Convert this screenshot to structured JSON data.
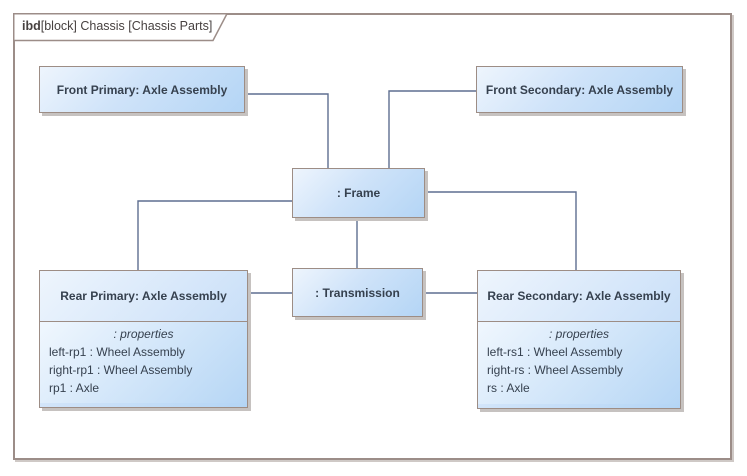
{
  "frame_header": {
    "keyword": "ibd",
    "rest": "[block] Chassis [Chassis Parts]"
  },
  "blocks": {
    "front_primary": {
      "label": "Front Primary: Axle Assembly"
    },
    "front_secondary": {
      "label": "Front Secondary: Axle Assembly"
    },
    "frame": {
      "label": ": Frame"
    },
    "transmission": {
      "label": ": Transmission"
    },
    "rear_primary": {
      "label": "Rear Primary: Axle Assembly",
      "compartment_title": ": properties",
      "properties": [
        "left-rp1 : Wheel Assembly",
        "right-rp1 : Wheel Assembly",
        "rp1 : Axle"
      ]
    },
    "rear_secondary": {
      "label": "Rear Secondary: Axle Assembly",
      "compartment_title": ": properties",
      "properties": [
        "left-rs1 : Wheel Assembly",
        "right-rs : Wheel Assembly",
        "rs : Axle"
      ]
    }
  },
  "colors": {
    "block_border": "#9d8d85",
    "block_fill_light": "#eef5fd",
    "block_fill_dark": "#b4d5f5",
    "connector": "#5e6e90",
    "frame_border": "#9c8d88",
    "title_text": "#36414f",
    "tab_text": "#474140",
    "shadow": "#c6c2c0"
  }
}
